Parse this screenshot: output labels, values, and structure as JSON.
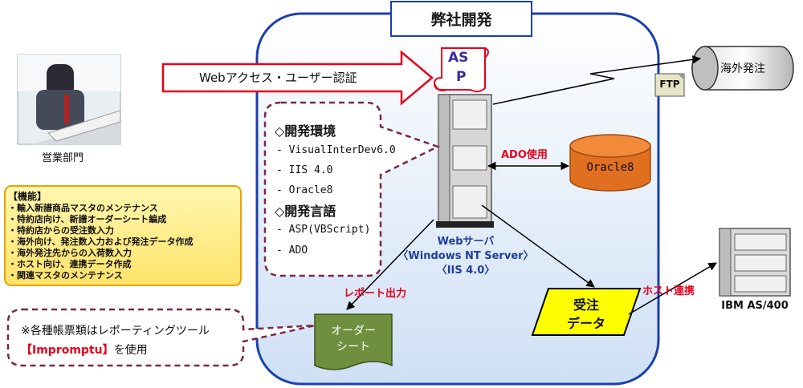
{
  "title": "弊社開発",
  "sales_dept": {
    "label": "営業部門",
    "icon": "person-at-computer-icon"
  },
  "web_access_label": "Webアクセス・ユーザー認証",
  "asp_badge": {
    "line1": "AS",
    "line2": "P"
  },
  "dev_info": {
    "env_heading": "◇開発環境",
    "env_items": [
      "- VisualInterDev6.0",
      "- IIS 4.0",
      "- Oracle8"
    ],
    "lang_heading": "◇開発言語",
    "lang_items": [
      "- ASP(VBScript)",
      "- ADO"
    ]
  },
  "features": {
    "heading": "【機能】",
    "items": [
      "・輸入新譜商品マスタのメンテナンス",
      "・特約店向け、新譜オーダーシート編成",
      "・特約店からの受注数入力",
      "・海外向け、発注数入力および発注データ作成",
      "・海外発注先からの入荷数入力",
      "・ホスト向け、連携データ作成",
      "・関連マスタのメンテナンス"
    ]
  },
  "web_server": {
    "line1": "Webサーバ",
    "line2": "〈Windows NT Server〉",
    "line3": "〈IIS 4.0〉"
  },
  "ado_label": "ADO使用",
  "oracle_label": "Oracle8",
  "overseas_label": "海外発注",
  "ftp_label": "FTP",
  "report_label": "レポート出力",
  "order_sheet": {
    "line1": "オーダー",
    "line2": "シート"
  },
  "order_data": {
    "line1": "受注",
    "line2": "データ"
  },
  "host_label": "ホスト連携",
  "ibm_label": "IBM AS/400",
  "note": {
    "line1": "※各種帳票類はレポーティングツール",
    "tool": "【Impromptu】",
    "line2_rest": "を使用"
  },
  "colors": {
    "title_text": "#1a1a1a",
    "boundary_stroke": "#1a3fb0",
    "boundary_fill_top": "#ffffff",
    "boundary_fill_bottom": "#cfe0f5",
    "arrow_red": "#e8001c",
    "label_red": "#e8001c",
    "asp_purple": "#3b2c9b",
    "web_server_blue": "#1f3d9c",
    "oracle_orange": "#e07020",
    "overseas_gray": "#c8c8c8",
    "order_sheet_green": "#6e8f3d",
    "order_data_yellow": "#ffff00",
    "features_fill": "#fff38a",
    "features_stroke": "#f0a000",
    "dash_purple": "#7a2846"
  }
}
